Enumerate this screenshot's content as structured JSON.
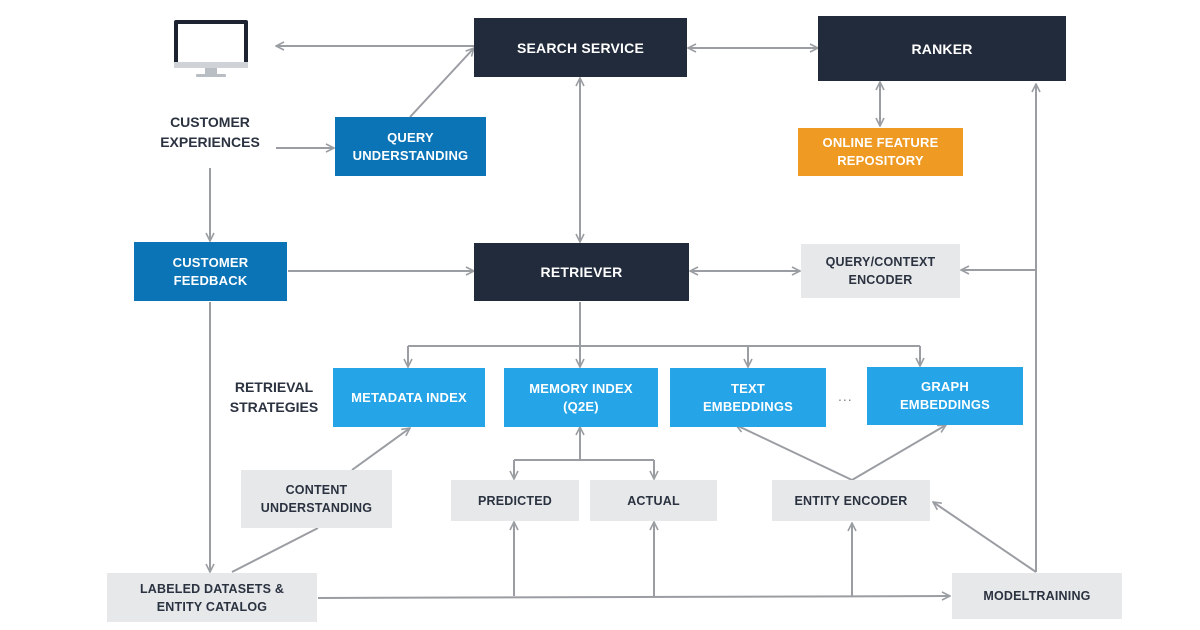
{
  "colors": {
    "dark": "#222b3b",
    "blue": "#0b74b6",
    "sky": "#25a4e7",
    "orange": "#ef9a22",
    "light": "#e6e8ea",
    "arrow": "#9a9da2",
    "text": "#2b3240"
  },
  "icons": {
    "customer": "desktop-monitor-icon"
  },
  "labels": {
    "customer_experiences": "CUSTOMER\nEXPERIENCES",
    "retrieval_strategies": "RETRIEVAL\nSTRATEGIES",
    "ellipsis": "..."
  },
  "nodes": {
    "search_service": "SEARCH SERVICE",
    "ranker": "RANKER",
    "query_understanding": "QUERY\nUNDERSTANDING",
    "online_feature_repository": "ONLINE FEATURE\nREPOSITORY",
    "customer_feedback": "CUSTOMER\nFEEDBACK",
    "retriever": "RETRIEVER",
    "query_context_encoder": "QUERY/CONTEXT\nENCODER",
    "metadata_index": "METADATA INDEX",
    "memory_index": "MEMORY INDEX (Q2E)",
    "text_embeddings": "TEXT\nEMBEDDINGS",
    "graph_embeddings": "GRAPH\nEMBEDDINGS",
    "content_understanding": "CONTENT\nUNDERSTANDING",
    "predicted": "PREDICTED",
    "actual": "ACTUAL",
    "entity_encoder": "ENTITY ENCODER",
    "labeled_datasets": "LABELED DATASETS &\nENTITY CATALOG",
    "model_training": "MODELTRAINING"
  }
}
